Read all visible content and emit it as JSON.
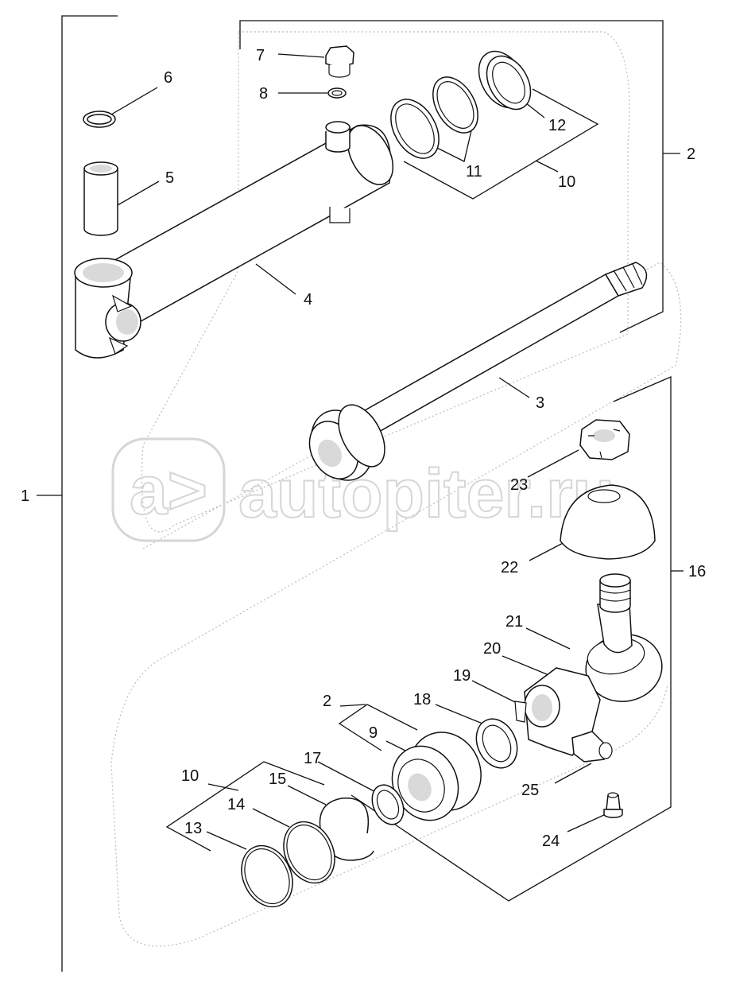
{
  "watermark": {
    "text": "autopiter.ru",
    "logo_text": "a>"
  },
  "labels": {
    "l1": "1",
    "l2_top": "2",
    "l2_bot": "2",
    "l3": "3",
    "l4": "4",
    "l5": "5",
    "l6": "6",
    "l7": "7",
    "l8": "8",
    "l9": "9",
    "l10_top": "10",
    "l10_bot": "10",
    "l11": "11",
    "l12": "12",
    "l13": "13",
    "l14": "14",
    "l15": "15",
    "l16": "16",
    "l17": "17",
    "l18": "18",
    "l19": "19",
    "l20": "20",
    "l21": "21",
    "l22": "22",
    "l23": "23",
    "l24": "24",
    "l25": "25"
  }
}
